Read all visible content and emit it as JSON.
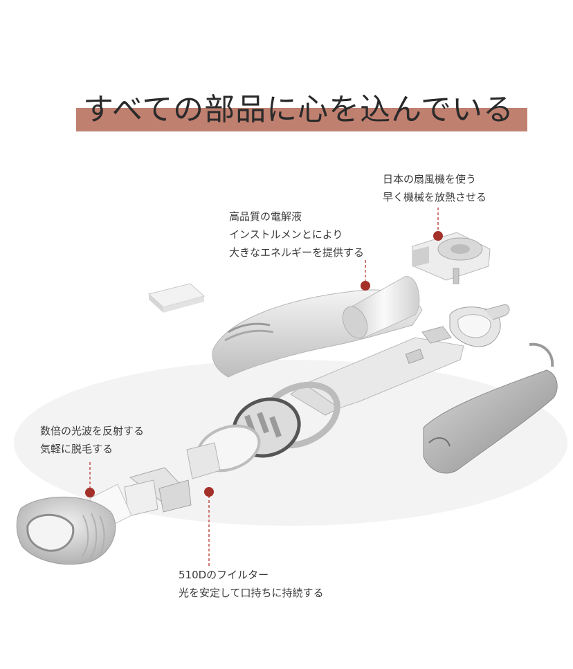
{
  "title": "すべての部品に心を込んでいる",
  "colors": {
    "accent_bar": "#c08070",
    "marker": "#a4302a",
    "leader": "#c0504a"
  },
  "captions": {
    "fan": {
      "line1": "日本の扇風機を使う",
      "line2": "早く機械を放熱させる"
    },
    "capacitor": {
      "line1": "高品質の電解液",
      "line2": "インストルメンとにより",
      "line3": "大きなエネルギーを提供する"
    },
    "lens": {
      "line1": "数倍の光波を反射する",
      "line2": "気軽に脱毛する"
    },
    "filter": {
      "line1": "510Dのフイルター",
      "line2": "光を安定して口持ちに持続する"
    }
  }
}
